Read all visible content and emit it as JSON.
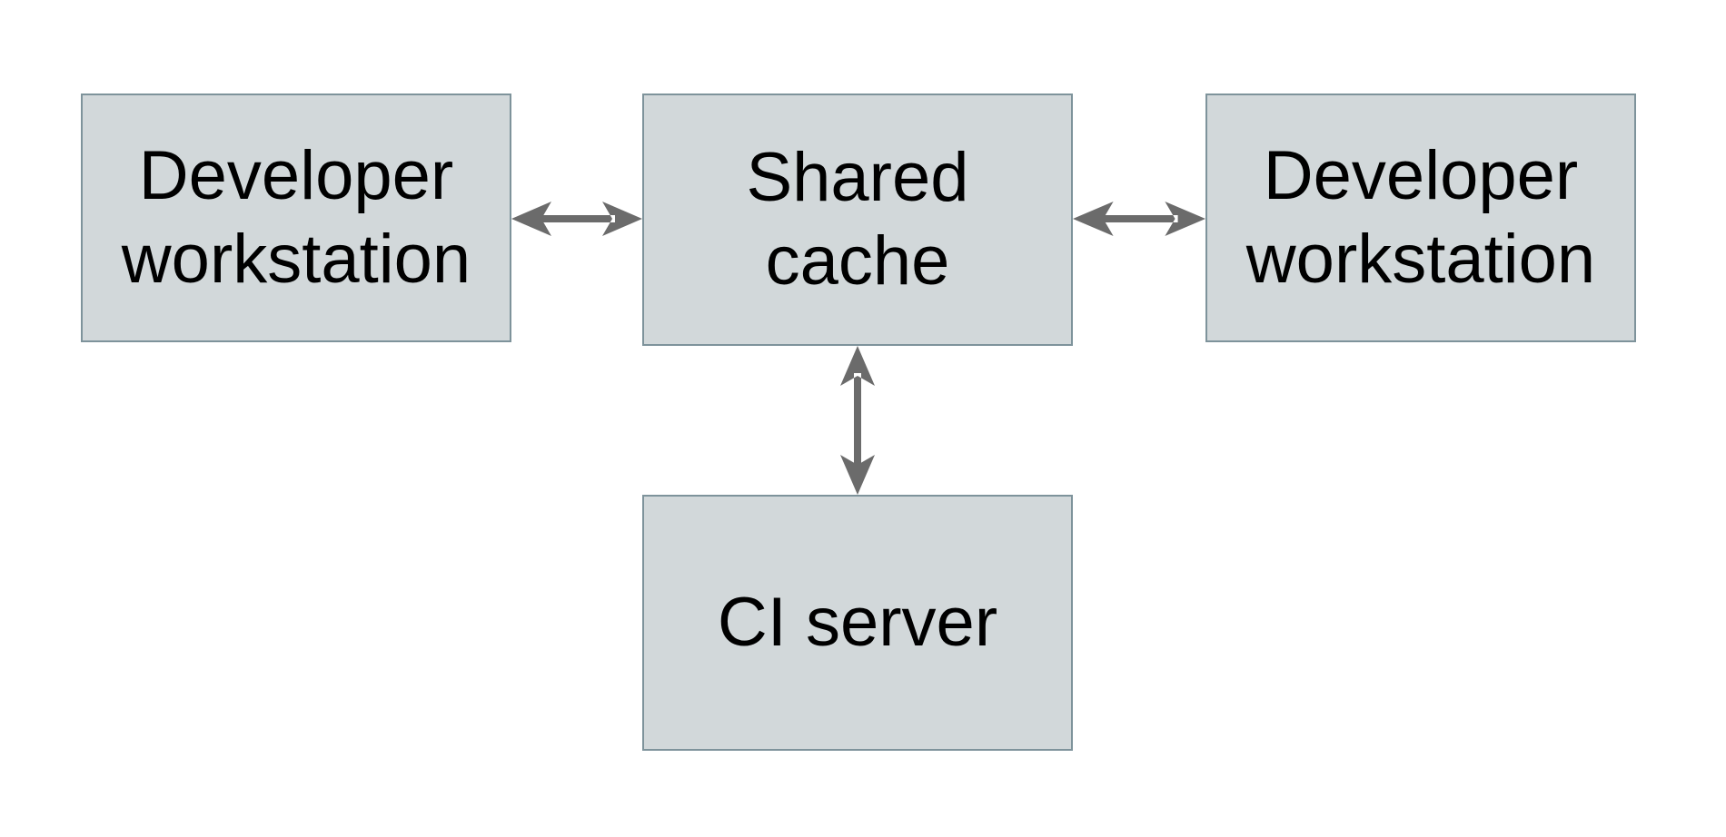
{
  "diagram": {
    "nodes": [
      {
        "id": "developer-workstation-left",
        "label": "Developer workstation",
        "lines": [
          "Developer",
          "workstation"
        ]
      },
      {
        "id": "shared-cache",
        "label": "Shared cache",
        "lines": [
          "Shared",
          "cache"
        ]
      },
      {
        "id": "developer-workstation-right",
        "label": "Developer workstation",
        "lines": [
          "Developer",
          "workstation"
        ]
      },
      {
        "id": "ci-server",
        "label": "CI server",
        "lines": [
          "CI server"
        ]
      }
    ],
    "edges": [
      {
        "from": "developer-workstation-left",
        "to": "shared-cache",
        "direction": "bidirectional"
      },
      {
        "from": "shared-cache",
        "to": "developer-workstation-right",
        "direction": "bidirectional"
      },
      {
        "from": "shared-cache",
        "to": "ci-server",
        "direction": "bidirectional"
      }
    ],
    "colors": {
      "background": "#ffffff",
      "node_fill": "#d2d8da",
      "node_border": "#7e939b",
      "arrow": "#6b6b6b",
      "text": "#000000"
    }
  }
}
